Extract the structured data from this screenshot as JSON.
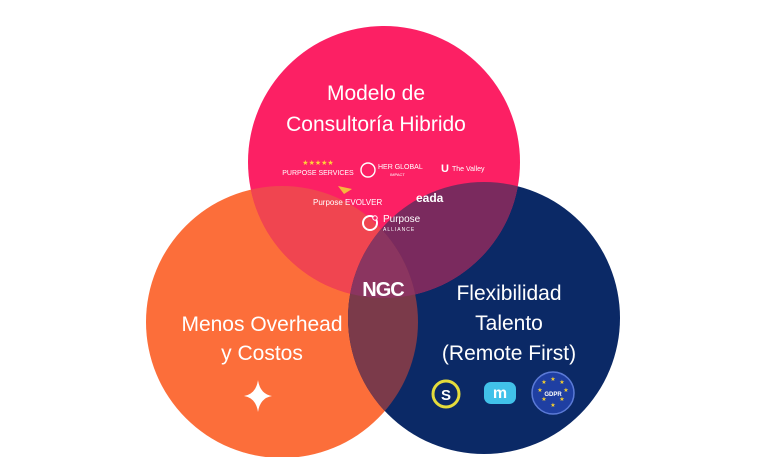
{
  "circles": {
    "top": {
      "line1": "Modelo de",
      "line2": "Consultoría Hibrido",
      "color": "#fc2064",
      "logos": [
        {
          "name": "purpose-services-logo",
          "text": "PURPOSE SERVICES",
          "stars": "★★★★★"
        },
        {
          "name": "her-global-impact-logo",
          "text": "HER GLOBAL",
          "sub": "IMPACT"
        },
        {
          "name": "the-valley-logo",
          "text": "The Valley"
        },
        {
          "name": "purpose-evolver-logo",
          "text": "Purpose EVOLVER"
        },
        {
          "name": "eada-logo",
          "text": "eada"
        },
        {
          "name": "purpose-alliance-logo",
          "text": "Purpose",
          "sub": "ALLIANCE"
        }
      ]
    },
    "left": {
      "line1": "Menos Overhead",
      "line2": "y Costos",
      "color": "#fc6e3a"
    },
    "right": {
      "line1": "Flexibilidad",
      "line2": "Talento",
      "line3": "(Remote First)",
      "color": "#0b2966",
      "logos": [
        {
          "name": "s-circle-logo",
          "text": "S"
        },
        {
          "name": "m-logo",
          "text": "m"
        },
        {
          "name": "gdpr-logo",
          "text": "GDPR"
        }
      ]
    }
  },
  "center": {
    "label": "NGC"
  }
}
